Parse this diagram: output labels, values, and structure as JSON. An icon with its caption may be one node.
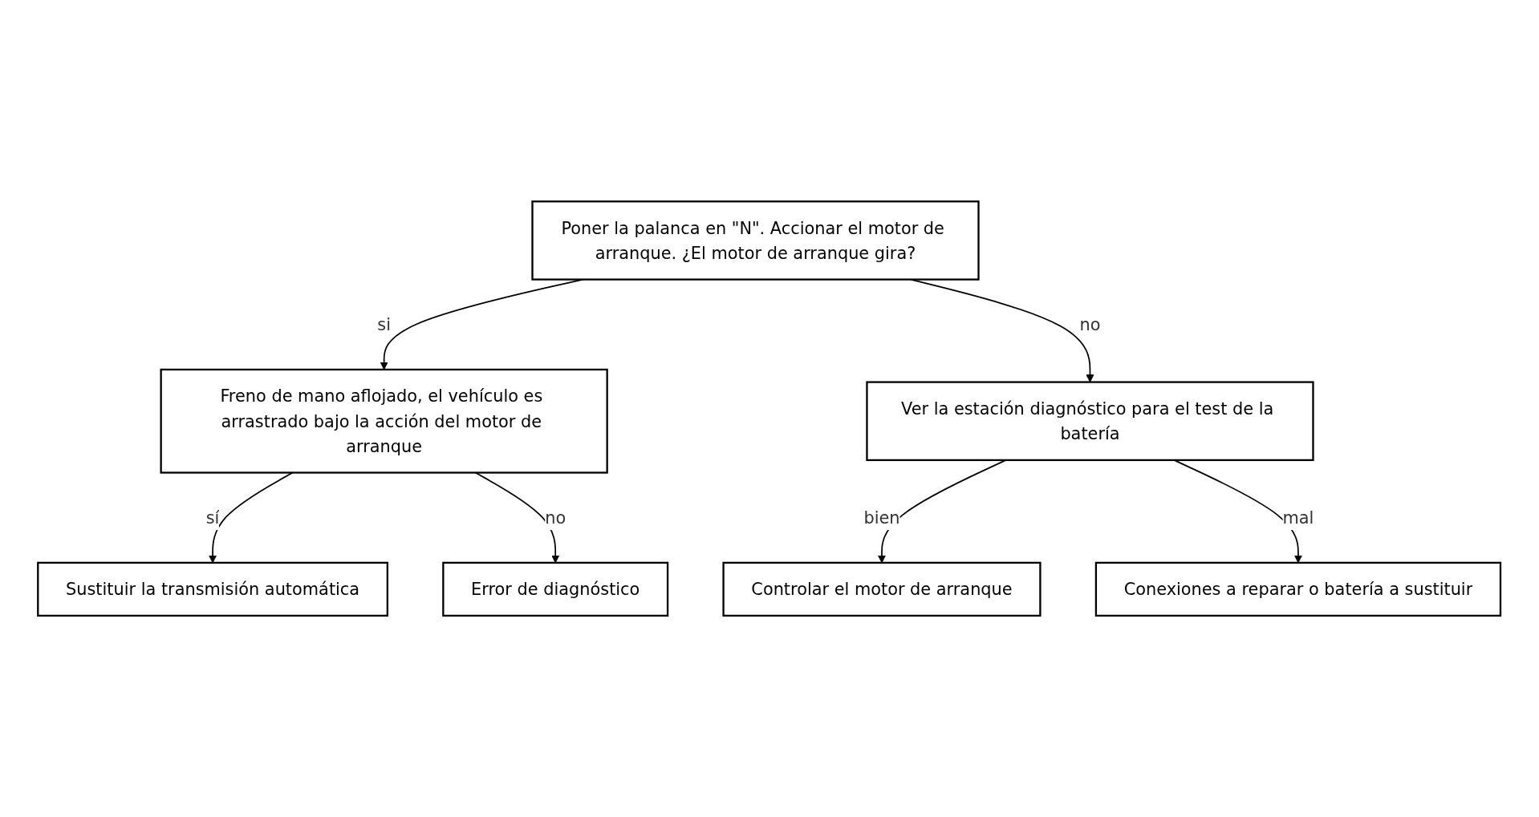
{
  "diagram": {
    "nodes": [
      {
        "text": [
          "Poner la palanca en \"N\". Accionar el motor de arranque. ¿El motor de arranque gira?"
        ]
      },
      {
        "text": [
          "Freno de mano aflojado, el vehículo es arrastrado bajo la acción del motor de arranque"
        ]
      },
      {
        "text": [
          "Ver la estación diagnóstico para el test de la batería"
        ]
      },
      {
        "text": [
          "Sustituir la transmisión automática"
        ]
      },
      {
        "text": [
          "Error de diagnóstico"
        ]
      },
      {
        "text": [
          "Controlar el motor de arranque"
        ]
      },
      {
        "text": [
          "Conexiones a reparar o batería a sustituir"
        ]
      }
    ],
    "edges": [
      {
        "from": 0,
        "to": 1,
        "arrow": "to",
        "label": "si"
      },
      {
        "from": 0,
        "to": 2,
        "arrow": "to",
        "label": "no"
      },
      {
        "from": 1,
        "to": 3,
        "arrow": "to",
        "label": "sí"
      },
      {
        "from": 1,
        "to": 4,
        "arrow": "to",
        "label": "no"
      },
      {
        "from": 2,
        "to": 5,
        "arrow": "to",
        "label": "bien"
      },
      {
        "from": 2,
        "to": 6,
        "arrow": "to",
        "label": "mal"
      }
    ]
  }
}
